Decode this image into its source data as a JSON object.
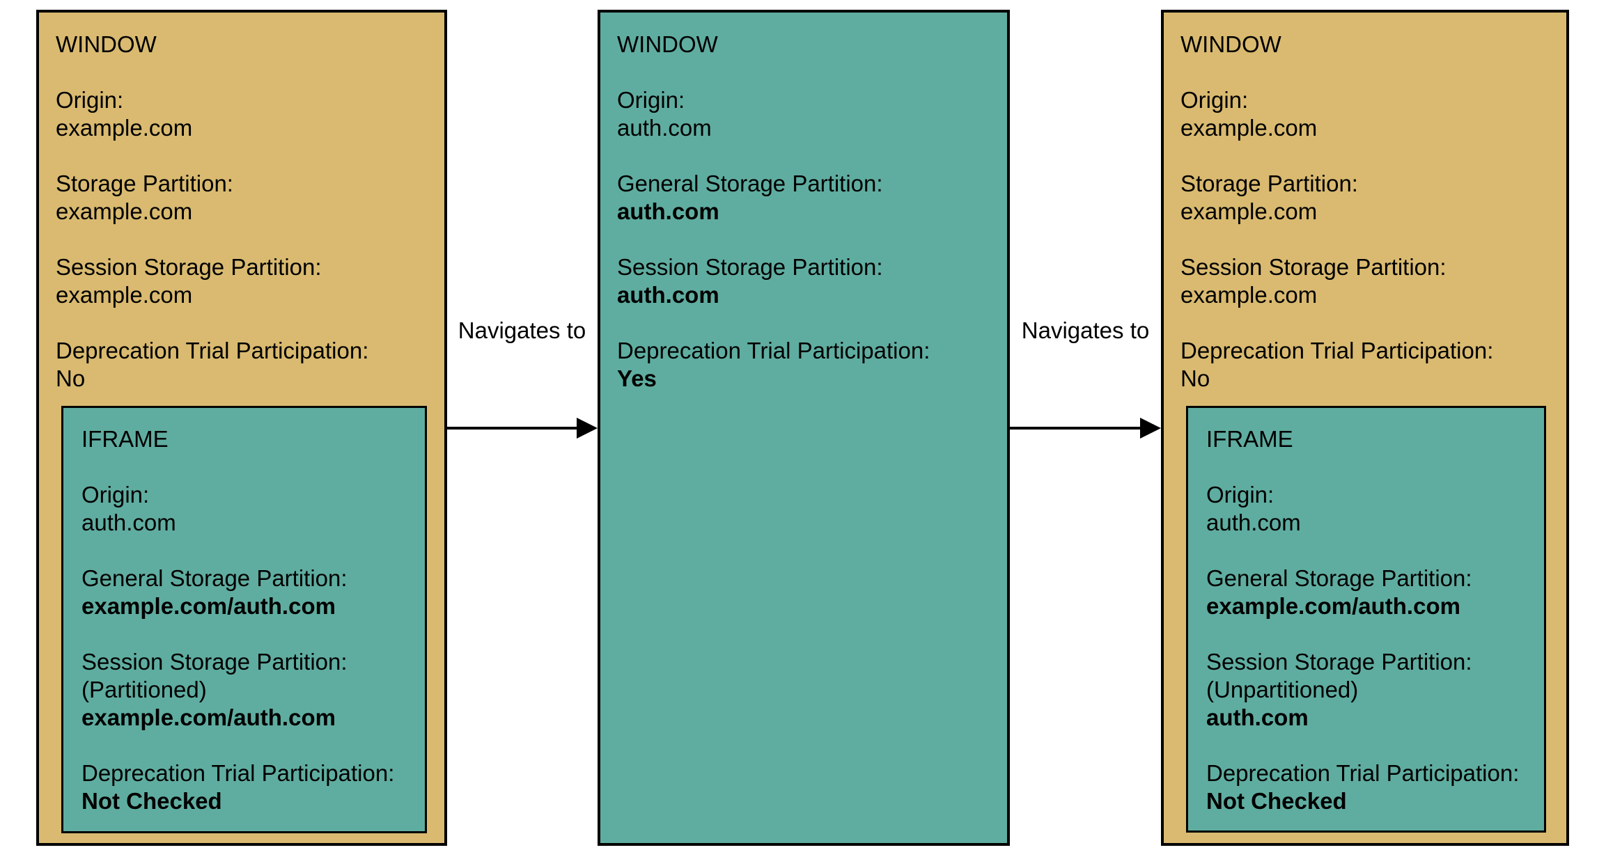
{
  "diagram": {
    "colors": {
      "window_fill_tan": "#d9ba70",
      "window_fill_teal": "#5fada0",
      "iframe_fill_teal": "#5fada0",
      "border": "#000000",
      "text": "#000000",
      "background": "#ffffff"
    },
    "windows": [
      {
        "title": "WINDOW",
        "fields": [
          {
            "label": "Origin:",
            "values": [
              "example.com"
            ]
          },
          {
            "label": "Storage Partition:",
            "values": [
              "example.com"
            ]
          },
          {
            "label": "Session Storage Partition:",
            "values": [
              "example.com"
            ]
          },
          {
            "label": "Deprecation Trial Participation:",
            "values": [
              "No"
            ]
          }
        ],
        "iframe": {
          "title": "IFRAME",
          "fields": [
            {
              "label": "Origin:",
              "values": [
                "auth.com"
              ]
            },
            {
              "label": "General Storage Partition:",
              "values": [
                "example.com/auth.com"
              ]
            },
            {
              "label": "Session Storage Partition:",
              "values": [
                "(Partitioned)",
                "example.com/auth.com"
              ]
            },
            {
              "label": "Deprecation Trial Participation:",
              "values": [
                "Not Checked"
              ]
            }
          ]
        }
      },
      {
        "title": "WINDOW",
        "fields": [
          {
            "label": "Origin:",
            "values": [
              "auth.com"
            ]
          },
          {
            "label": "General Storage Partition:",
            "values": [
              "auth.com"
            ]
          },
          {
            "label": "Session Storage Partition:",
            "values": [
              "auth.com"
            ]
          },
          {
            "label": "Deprecation Trial Participation:",
            "values": [
              "Yes"
            ]
          }
        ]
      },
      {
        "title": "WINDOW",
        "fields": [
          {
            "label": "Origin:",
            "values": [
              "example.com"
            ]
          },
          {
            "label": "Storage Partition:",
            "values": [
              "example.com"
            ]
          },
          {
            "label": "Session Storage Partition:",
            "values": [
              "example.com"
            ]
          },
          {
            "label": "Deprecation Trial Participation:",
            "values": [
              "No"
            ]
          }
        ],
        "iframe": {
          "title": "IFRAME",
          "fields": [
            {
              "label": "Origin:",
              "values": [
                "auth.com"
              ]
            },
            {
              "label": "General Storage Partition:",
              "values": [
                "example.com/auth.com"
              ]
            },
            {
              "label": "Session Storage Partition:",
              "values": [
                "(Unpartitioned)",
                "auth.com"
              ]
            },
            {
              "label": "Deprecation Trial Participation:",
              "values": [
                "Not Checked"
              ]
            }
          ]
        }
      }
    ],
    "connectors": [
      {
        "label": "Navigates to"
      },
      {
        "label": "Navigates to"
      }
    ]
  }
}
